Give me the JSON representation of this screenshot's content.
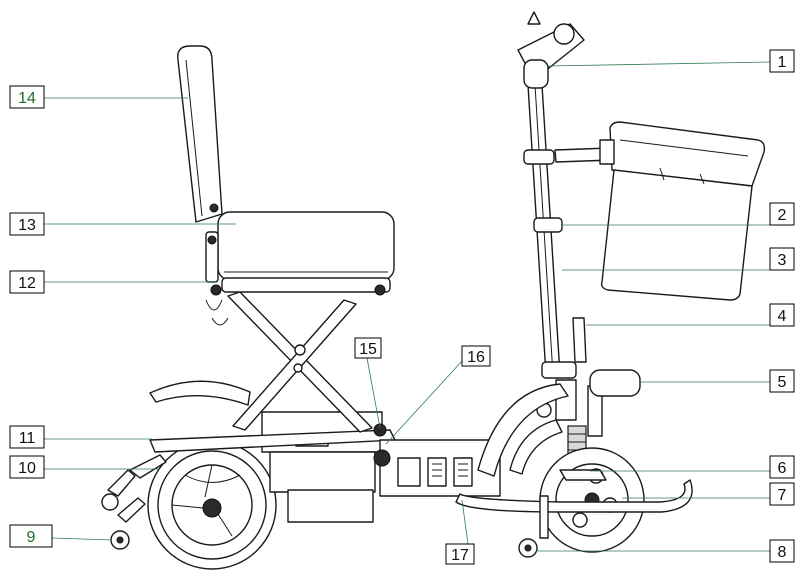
{
  "diagram": {
    "callouts": [
      {
        "number": "1"
      },
      {
        "number": "2"
      },
      {
        "number": "3"
      },
      {
        "number": "4"
      },
      {
        "number": "5"
      },
      {
        "number": "6"
      },
      {
        "number": "7"
      },
      {
        "number": "8"
      },
      {
        "number": "9"
      },
      {
        "number": "10"
      },
      {
        "number": "11"
      },
      {
        "number": "12"
      },
      {
        "number": "13"
      },
      {
        "number": "14"
      },
      {
        "number": "15"
      },
      {
        "number": "16"
      },
      {
        "number": "17"
      }
    ]
  },
  "colors": {
    "leader_line": "#2f7d4e",
    "outline": "#1a1a1a",
    "highlight_label": "#1f6b2a"
  }
}
